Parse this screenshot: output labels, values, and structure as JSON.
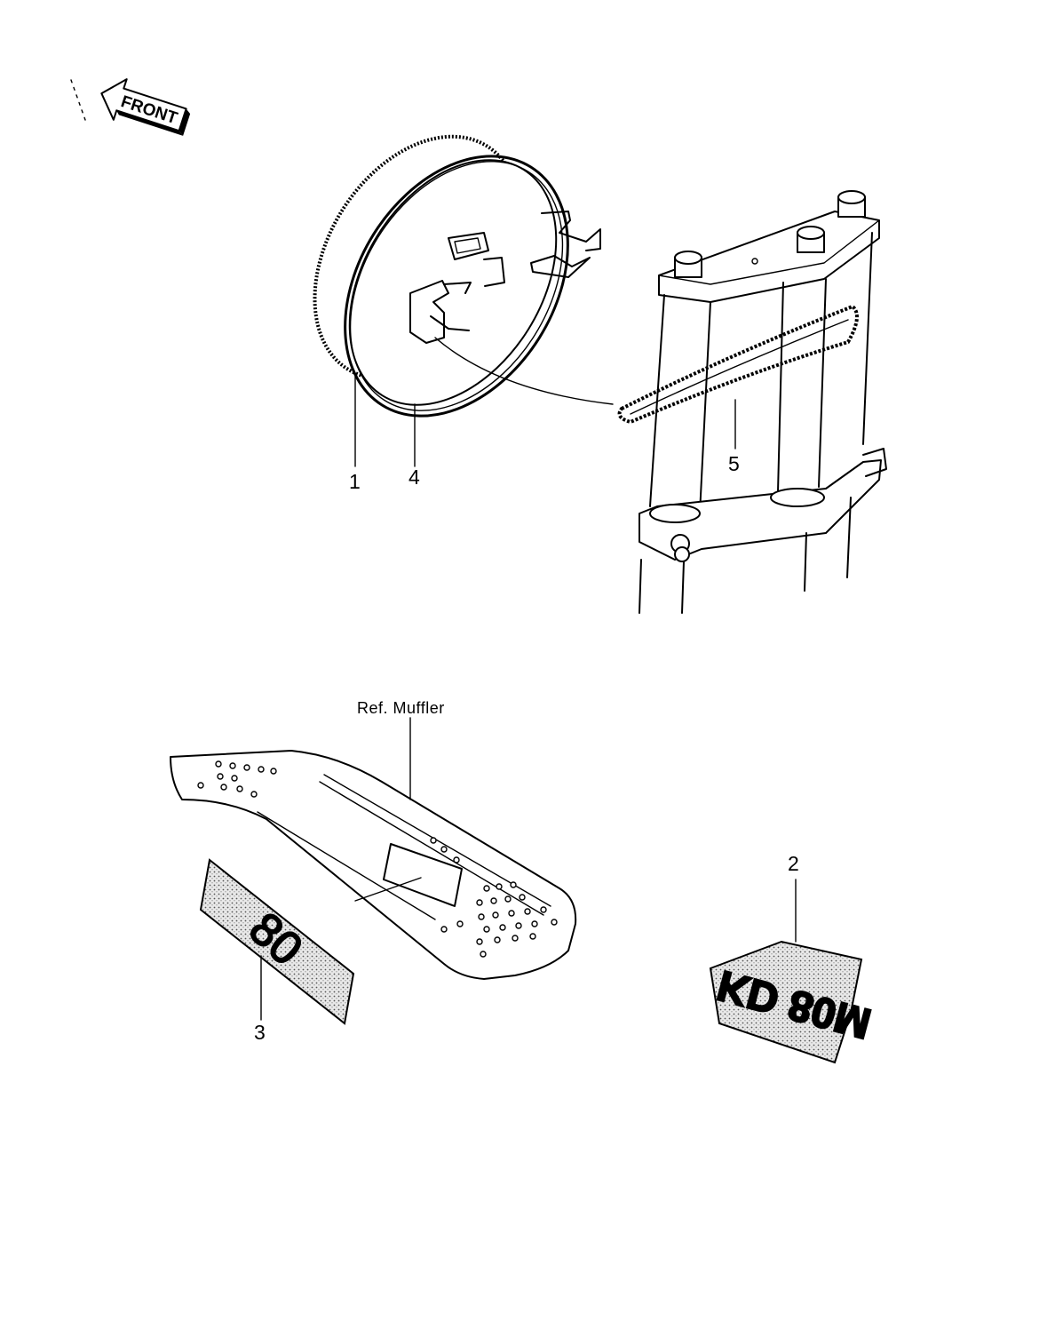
{
  "orientation": {
    "front_label": "FRONT"
  },
  "callouts": {
    "part_1": "1",
    "part_2": "2",
    "part_3": "3",
    "part_4": "4",
    "part_5": "5"
  },
  "reference": {
    "muffler": "Ref. Muffler"
  },
  "emblems": {
    "side_plate_text": "80",
    "tank_badge_text": "KD 80M"
  }
}
